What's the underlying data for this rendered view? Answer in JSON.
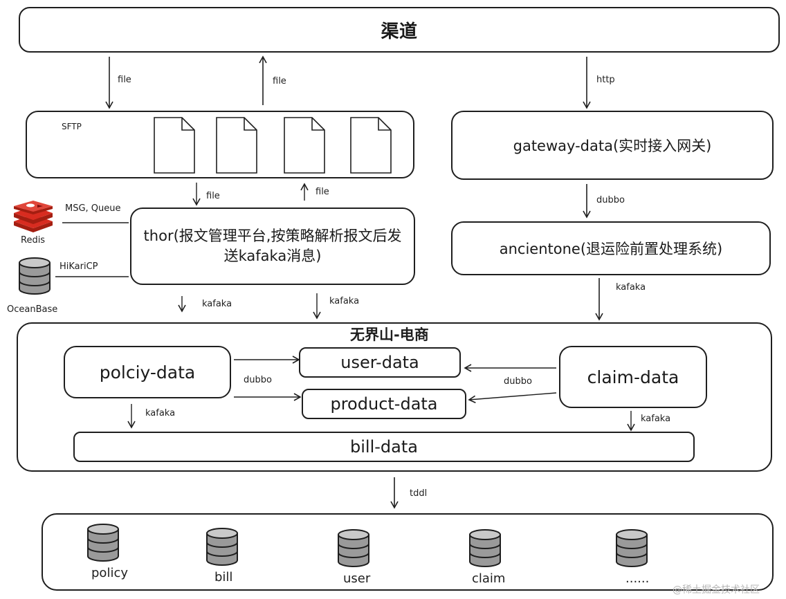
{
  "channel": {
    "title": "渠道"
  },
  "sftp": {
    "label": "SFTP",
    "file_count": 4
  },
  "thor": {
    "text": "thor(报文管理平台,按策略解析报文后发送kafaka消息)"
  },
  "redis": {
    "label": "Redis",
    "link_label": "MSG, Queue"
  },
  "oceanbase": {
    "label": "OceanBase",
    "link_label": "HiKariCP"
  },
  "gateway": {
    "text": "gateway-data(实时接入网关)"
  },
  "ancientone": {
    "text": "ancientone(退运险前置处理系统)"
  },
  "group": {
    "title": "无界山-电商"
  },
  "services": {
    "policy": "polciy-data",
    "user": "user-data",
    "product": "product-data",
    "claim": "claim-data",
    "bill": "bill-data"
  },
  "edges": {
    "channel_to_sftp": "file",
    "sftp_to_channel": "file",
    "channel_to_gateway": "http",
    "sftp_to_thor": "file",
    "thor_to_sftp": "file",
    "gateway_to_ancientone": "dubbo",
    "thor_kafka_left": "kafaka",
    "thor_kafka_right": "kafaka",
    "ancientone_kafka": "kafaka",
    "policy_dubbo": "dubbo",
    "claim_dubbo": "dubbo",
    "policy_kafka": "kafaka",
    "claim_kafka": "kafaka",
    "group_to_db": "tddl"
  },
  "databases": [
    {
      "label": "policy"
    },
    {
      "label": "bill"
    },
    {
      "label": "user"
    },
    {
      "label": "claim"
    },
    {
      "label": "......"
    }
  ],
  "watermark": "@稀土掘金技术社区"
}
